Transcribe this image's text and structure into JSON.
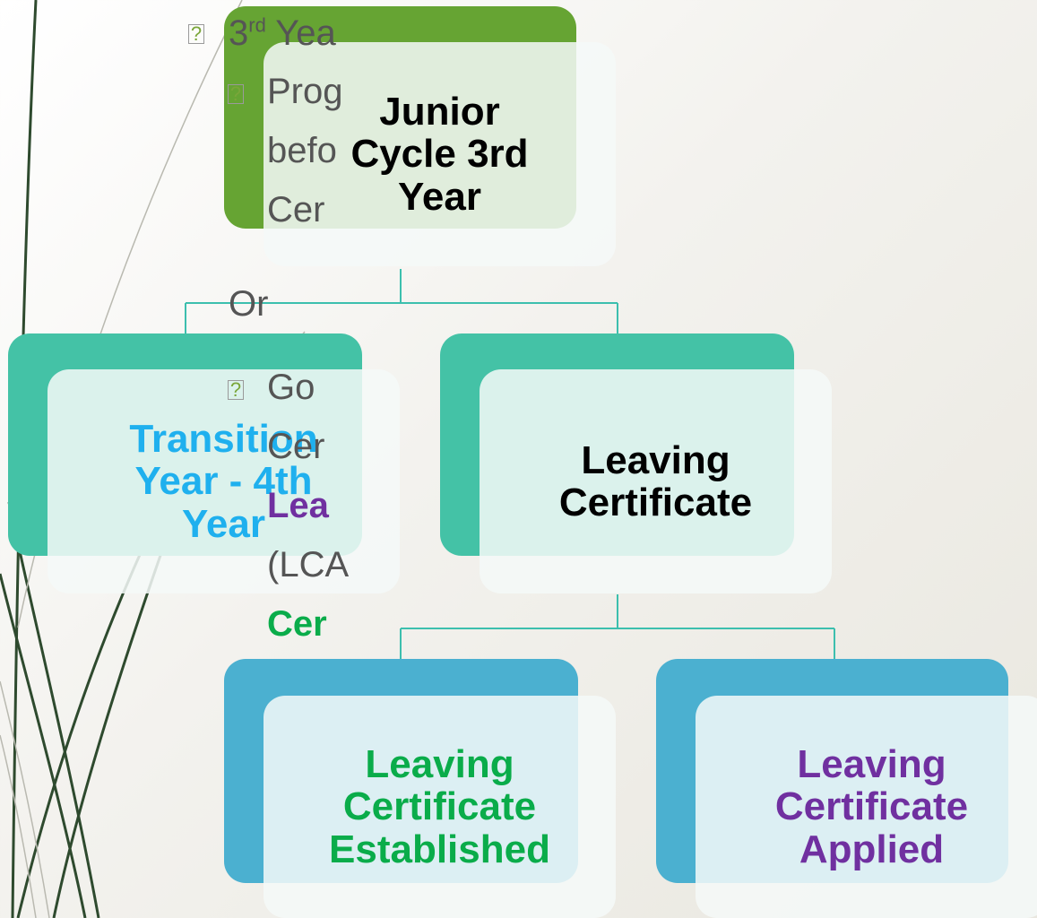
{
  "diagram": {
    "root": {
      "label": "Junior\nCycle 3rd\nYear",
      "back_color": "#66a433",
      "text_color": "#000000"
    },
    "level2": [
      {
        "label": "Transition\nYear - 4th\nYear",
        "back_color": "#44c2a6",
        "text_color": "#1fb0ee"
      },
      {
        "label": "Leaving\nCertificate",
        "back_color": "#44c2a6",
        "text_color": "#000000"
      }
    ],
    "level3": [
      {
        "label": "Leaving\nCertificate\nEstablished",
        "back_color": "#4bb0d0",
        "text_color": "#0aac4a"
      },
      {
        "label": "Leaving\nCertificate\nApplied",
        "back_color": "#4bb0d0",
        "text_color": "#7030a0"
      }
    ],
    "connector_color": "#3cbfae"
  },
  "side_text": {
    "line1_prefix": "3",
    "line1_sup": "rd",
    "line1_suffix": " Yea",
    "line2": "Prog",
    "line3": "befo",
    "line4": "Cer",
    "or": "Or",
    "line5": "Go",
    "line6": "Cer",
    "line7": "Lea",
    "line8": "(LCA",
    "line9": "Cer",
    "line7_color": "#7030a0",
    "line9_color": "#0aac4a",
    "bullet_glyph": "?"
  }
}
